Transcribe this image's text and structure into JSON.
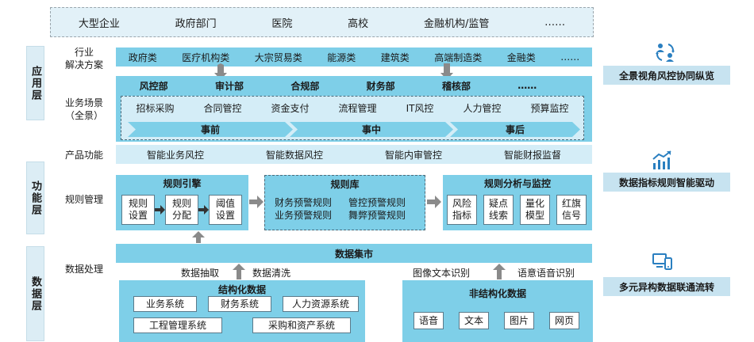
{
  "top": {
    "items": [
      "大型企业",
      "政府部门",
      "医院",
      "高校",
      "金融机构/监管",
      "……"
    ]
  },
  "layers": {
    "app": "应用层",
    "func": "功能层",
    "data": "数据层"
  },
  "industry": {
    "label": "行业\n解决方案",
    "items": [
      "政府类",
      "医疗机构类",
      "大宗贸易类",
      "能源类",
      "建筑类",
      "高端制造类",
      "金融类",
      "……"
    ]
  },
  "scenes": {
    "label": "业务场景\n（全景）",
    "departments": [
      "风控部",
      "审计部",
      "合规部",
      "财务部",
      "稽核部",
      "……"
    ],
    "activities": [
      "招标采购",
      "合同管控",
      "资金支付",
      "流程管理",
      "IT风控",
      "人力管控",
      "预算监控"
    ],
    "phases": [
      "事前",
      "事中",
      "事后"
    ]
  },
  "product": {
    "label": "产品功能",
    "items": [
      "智能业务风控",
      "智能数据风控",
      "智能内审管控",
      "智能财报监督"
    ]
  },
  "rules": {
    "label": "规则管理",
    "engine": {
      "title": "规则引擎",
      "items": [
        "规则\n设置",
        "规则\n分配",
        "阈值\n设置"
      ]
    },
    "library": {
      "title": "规则库",
      "items": [
        "财务预警规则",
        "管控预警规则",
        "业务预警规则",
        "舞弊预警规则"
      ]
    },
    "analysis": {
      "title": "规则分析与监控",
      "items": [
        "风险\n指标",
        "疑点\n线索",
        "量化\n模型",
        "红旗\n信号"
      ]
    }
  },
  "data": {
    "label": "数据处理",
    "mart": "数据集市",
    "extract": "数据抽取",
    "clean": "数据清洗",
    "image_text": "图像文本识别",
    "semantic_voice": "语意语音识别",
    "structured": {
      "title": "结构化数据",
      "items": [
        "业务系统",
        "财务系统",
        "人力资源系统",
        "工程管理系统",
        "采购和资产系统"
      ]
    },
    "unstructured": {
      "title": "非结构化数据",
      "items": [
        "语音",
        "文本",
        "图片",
        "网页"
      ]
    }
  },
  "right": {
    "items": [
      "全景视角风控协同纵览",
      "数据指标规则智能驱动",
      "多元异构数据联通流转"
    ],
    "icons": [
      "cycle-people-icon",
      "bar-chart-trend-icon",
      "devices-icon"
    ]
  },
  "colors": {
    "band": "#7ecfe8",
    "light": "#d4edf7",
    "accent_icon": "#2a7fc0"
  }
}
